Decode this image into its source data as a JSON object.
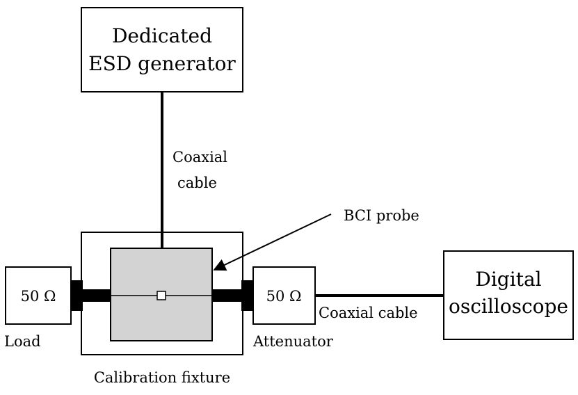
{
  "boxes": {
    "generator": {
      "line1": "Dedicated",
      "line2": "ESD generator"
    },
    "load": {
      "value": "50 Ω",
      "caption": "Load"
    },
    "attenuator": {
      "value": "50 Ω",
      "caption": "Attenuator"
    },
    "fixture": {
      "caption": "Calibration fixture"
    },
    "oscilloscope": {
      "line1": "Digital",
      "line2": "oscilloscope"
    }
  },
  "labels": {
    "vertical_cable": {
      "line1": "Coaxial",
      "line2": "cable"
    },
    "bci_probe": "BCI probe",
    "horizontal_cable": "Coaxial cable"
  },
  "colors": {
    "stroke": "#000000",
    "probe_fill": "#d3d3d3",
    "background": "#ffffff"
  }
}
